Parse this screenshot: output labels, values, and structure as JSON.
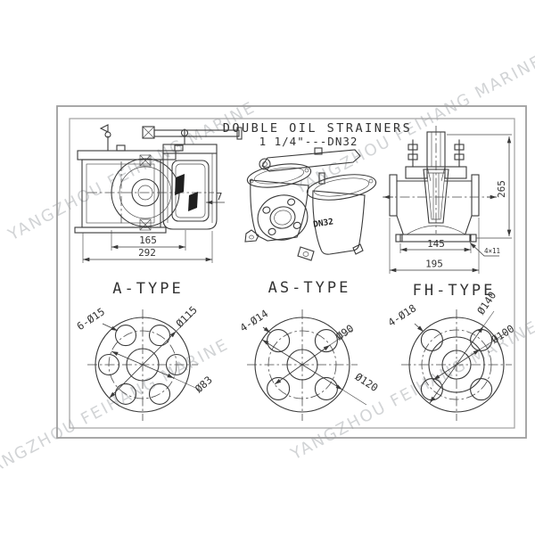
{
  "watermark": {
    "text": "YANGZHOU FEIHANG MARINE"
  },
  "colors": {
    "line": "#3a3a3a",
    "border": "#9f9f9f",
    "watermark": "#d2d4d6",
    "ink": "#1f1f1f",
    "background": "#ffffff"
  },
  "title": {
    "line1": "DOUBLE OIL STRAINERS",
    "line2": "1 1/4\"---DN32"
  },
  "views": {
    "a": {
      "heading": "A-TYPE",
      "dims": {
        "basket_center": "165",
        "overall_width": "292",
        "wall_leader": "7"
      },
      "flange": {
        "holes": "6-Ø15",
        "outer_dia": "Ø115",
        "bolt_circle": "Ø83"
      }
    },
    "as": {
      "heading": "AS-TYPE",
      "body_mark": "DN32",
      "flange": {
        "holes": "4-Ø14",
        "bolt_circle": "Ø90",
        "outer_dia": "Ø120"
      }
    },
    "fh": {
      "heading": "FH-TYPE",
      "dims": {
        "flange_span": "145",
        "overall_width": "195",
        "overall_height": "265",
        "base_holes": "4×11"
      },
      "flange": {
        "holes": "4-Ø18",
        "outer_dia": "Ø140",
        "inner_dia": "Ø100"
      }
    }
  }
}
